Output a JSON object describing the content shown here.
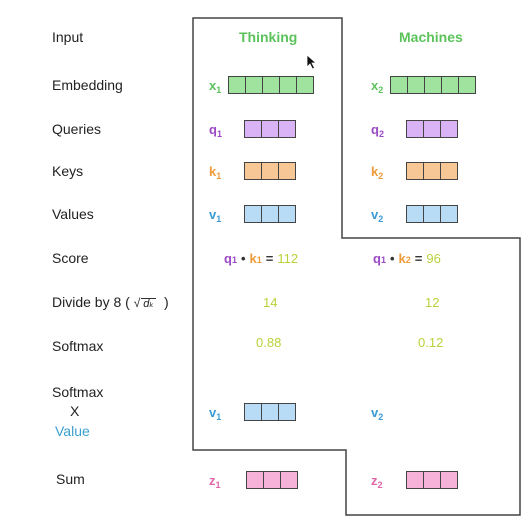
{
  "rows": {
    "input": "Input",
    "embedding": "Embedding",
    "queries": "Queries",
    "keys": "Keys",
    "values": "Values",
    "score": "Score",
    "divide": "Divide by 8 (",
    "divide_close": ")",
    "sqrt_symbol": "√",
    "sqrt_arg": "dₖ",
    "softmax": "Softmax",
    "softmax_value_1": "Softmax",
    "softmax_value_2": "X",
    "softmax_value_3": "Value",
    "sum": "Sum"
  },
  "columns": [
    {
      "word": "Thinking",
      "x": "x",
      "x_sub": "1",
      "q": "q",
      "q_sub": "1",
      "k": "k",
      "k_sub": "1",
      "v": "v",
      "v_sub": "1",
      "score_q": "q",
      "score_q_sub": "1",
      "score_dot": "•",
      "score_k": "k",
      "score_k_sub": "1",
      "score_eq": "=",
      "score_val": "112",
      "divided": "14",
      "softmax": "0.88",
      "sv": "v",
      "sv_sub": "1",
      "z": "z",
      "z_sub": "1"
    },
    {
      "word": "Machines",
      "x": "x",
      "x_sub": "2",
      "q": "q",
      "q_sub": "2",
      "k": "k",
      "k_sub": "2",
      "v": "v",
      "v_sub": "2",
      "score_q": "q",
      "score_q_sub": "1",
      "score_dot": "•",
      "score_k": "k",
      "score_k_sub": "2",
      "score_eq": "=",
      "score_val": "96",
      "divided": "12",
      "softmax": "0.12",
      "sv": "v",
      "sv_sub": "2",
      "z": "z",
      "z_sub": "2"
    }
  ],
  "colors": {
    "embedding": "#9fe39f",
    "query": "#d9b3f5",
    "key": "#f7c796",
    "value": "#b9dcf6",
    "sum": "#f6b2d9",
    "label_x": "#5cc35c",
    "label_q": "#9b49c4",
    "label_k": "#ef9b3a",
    "label_v": "#3a9bd4",
    "label_z": "#e066a8",
    "value_word": "#39a0cf"
  }
}
